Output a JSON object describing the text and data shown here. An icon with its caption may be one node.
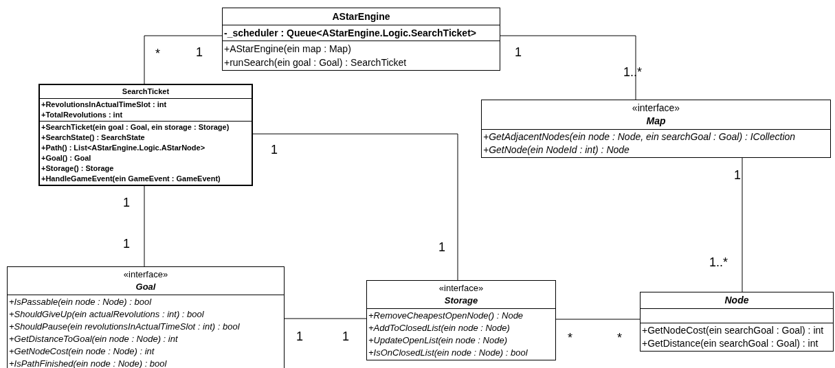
{
  "diagram": {
    "nodes": [
      {
        "text": [
          "AStarEngine",
          "-_scheduler : Queue<AStarEngine.Logic.SearchTicket>",
          "+AStarEngine(ein map : Map)",
          "+runSearch(ein goal : Goal) : SearchTicket"
        ]
      },
      {
        "text": [
          "SearchTicket",
          "+RevolutionsInActualTimeSlot : int",
          "+TotalRevolutions : int",
          "+SearchTicket(ein goal : Goal, ein storage : Storage)",
          "+SearchState() : SearchState",
          "+Path() : List<AStarEngine.Logic.AStarNode>",
          "+Goal() : Goal",
          "+Storage() : Storage",
          "+HandleGameEvent(ein GameEvent : GameEvent)"
        ]
      },
      {
        "text": [
          "«interface»",
          "Map",
          "+GetAdjacentNodes(ein node : Node, ein searchGoal : Goal) : ICollection",
          "+GetNode(ein NodeId : int) : Node"
        ]
      },
      {
        "text": [
          "«interface»",
          "Goal",
          "+IsPassable(ein node : Node) : bool",
          "+ShouldGiveUp(ein actualRevolutions : int) : bool",
          "+ShouldPause(ein revolutionsInActualTimeSlot : int) : bool",
          "+GetDistanceToGoal(ein node : Node) : int",
          "+GetNodeCost(ein node : Node) : int",
          "+IsPathFinished(ein node : Node) : bool"
        ]
      },
      {
        "text": [
          "«interface»",
          "Storage",
          "+RemoveCheapestOpenNode() : Node",
          "+AddToClosedList(ein node : Node)",
          "+UpdateOpenList(ein node : Node)",
          "+IsOnClosedList(ein node : Node) : bool"
        ]
      },
      {
        "text": [
          "Node",
          "+GetNodeCost(ein searchGoal : Goal) : int",
          "+GetDistance(ein searchGoal : Goal) : int"
        ]
      }
    ],
    "edges": [
      {
        "from": 0,
        "to": 1,
        "arrow": "none"
      },
      {
        "from": 0,
        "to": 2,
        "arrow": "none"
      },
      {
        "from": 1,
        "to": 4,
        "arrow": "none"
      },
      {
        "from": 1,
        "to": 3,
        "arrow": "none"
      },
      {
        "from": 2,
        "to": 5,
        "arrow": "none"
      },
      {
        "from": 3,
        "to": 4,
        "arrow": "none"
      },
      {
        "from": 4,
        "to": 5,
        "arrow": "none"
      }
    ],
    "labels": [
      "*",
      "1",
      "1",
      "1..*",
      "1",
      "1",
      "1",
      "1",
      "1",
      "1..*",
      "1",
      "1",
      "*",
      "*"
    ]
  }
}
